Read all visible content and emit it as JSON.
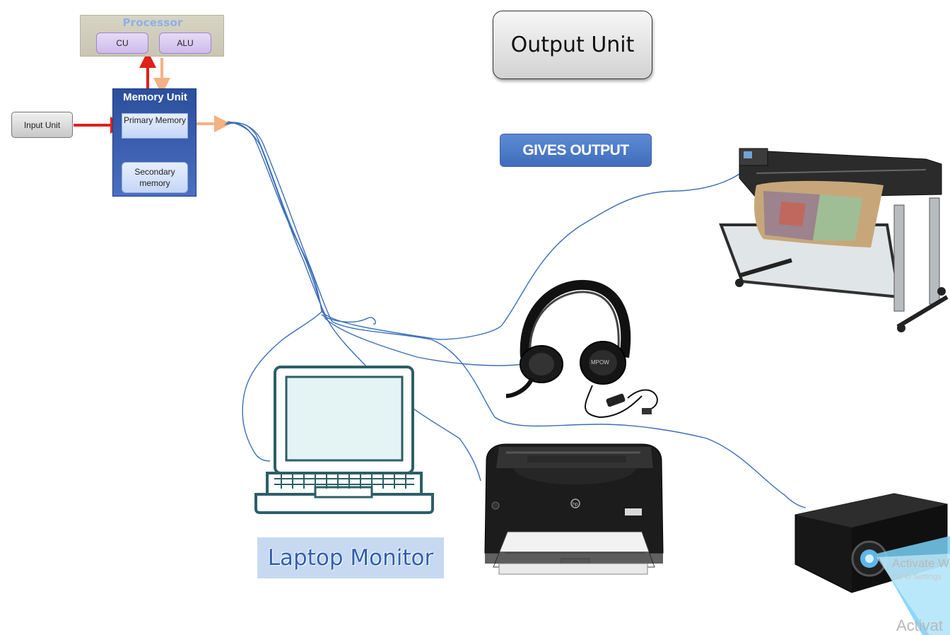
{
  "processor": {
    "title": "Processor",
    "cu_label": "CU",
    "alu_label": "ALU"
  },
  "memory_unit": {
    "title": "Memory Unit",
    "primary_label": "Primary Memory",
    "secondary_label": "Secondary memory"
  },
  "input_unit": {
    "label": "Input Unit"
  },
  "output_unit": {
    "title": "Output Unit"
  },
  "gives_output": {
    "label": "GIVES OUTPUT"
  },
  "laptop": {
    "label": "Laptop Monitor"
  },
  "devices": {
    "plotter": "plotter-icon",
    "headset": "headset-icon",
    "printer": "printer-icon",
    "projector": "projector-icon",
    "laptop": "laptop-icon"
  },
  "watermark": {
    "line1": "Activate W",
    "line2": "Go to Settings",
    "line3": "Activat"
  },
  "colors": {
    "arrow_red": "#e0201a",
    "arrow_orange": "#f4b183",
    "wire_blue": "#3a6fb7",
    "memory_blue": "#2b4f9c",
    "gives_output_blue": "#4a78c6",
    "laptop_teal": "#2c5f66"
  }
}
